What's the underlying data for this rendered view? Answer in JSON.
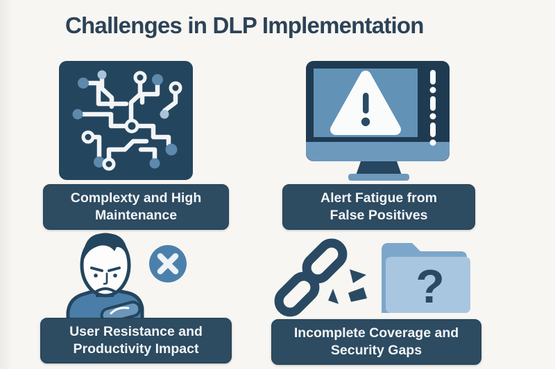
{
  "title": "Challenges in DLP Implementation",
  "colors": {
    "background": "#f8f6f2",
    "title_text": "#2c4357",
    "label_box_bg": "#2d4b61",
    "label_text": "#f2f5f7",
    "dark_navy": "#24455e",
    "monitor_frame": "#1f3b52",
    "screen_blue": "#6392b7",
    "chin_blue": "#6d99bd",
    "accent_blue": "#4c80ac",
    "shirt_blue": "#4a7ea8",
    "node_blue": "#5d89ad",
    "node_light_blue": "#a9c4d9",
    "folder_back": "#7ca7ca",
    "folder_front": "#a9c6e0",
    "trace_white": "#f2f4f6"
  },
  "items": [
    {
      "id": "complexity",
      "icon": "circuit-board-icon",
      "label_lines": [
        "Complexty and High",
        "Maintenance"
      ]
    },
    {
      "id": "alert-fatigue",
      "icon": "monitor-warning-icon",
      "label_lines": [
        "Alert Fatigue from",
        "False Positives"
      ]
    },
    {
      "id": "user-resistance",
      "icon": "frustrated-user-icon",
      "label_lines": [
        "User Resistance and",
        "Productivity Impact"
      ]
    },
    {
      "id": "incomplete-coverage",
      "icon": "broken-chain-folder-icon",
      "label_lines": [
        "Incomplete Coverage and",
        "Security Gaps"
      ]
    }
  ],
  "glyphs": {
    "question_mark": "?"
  }
}
